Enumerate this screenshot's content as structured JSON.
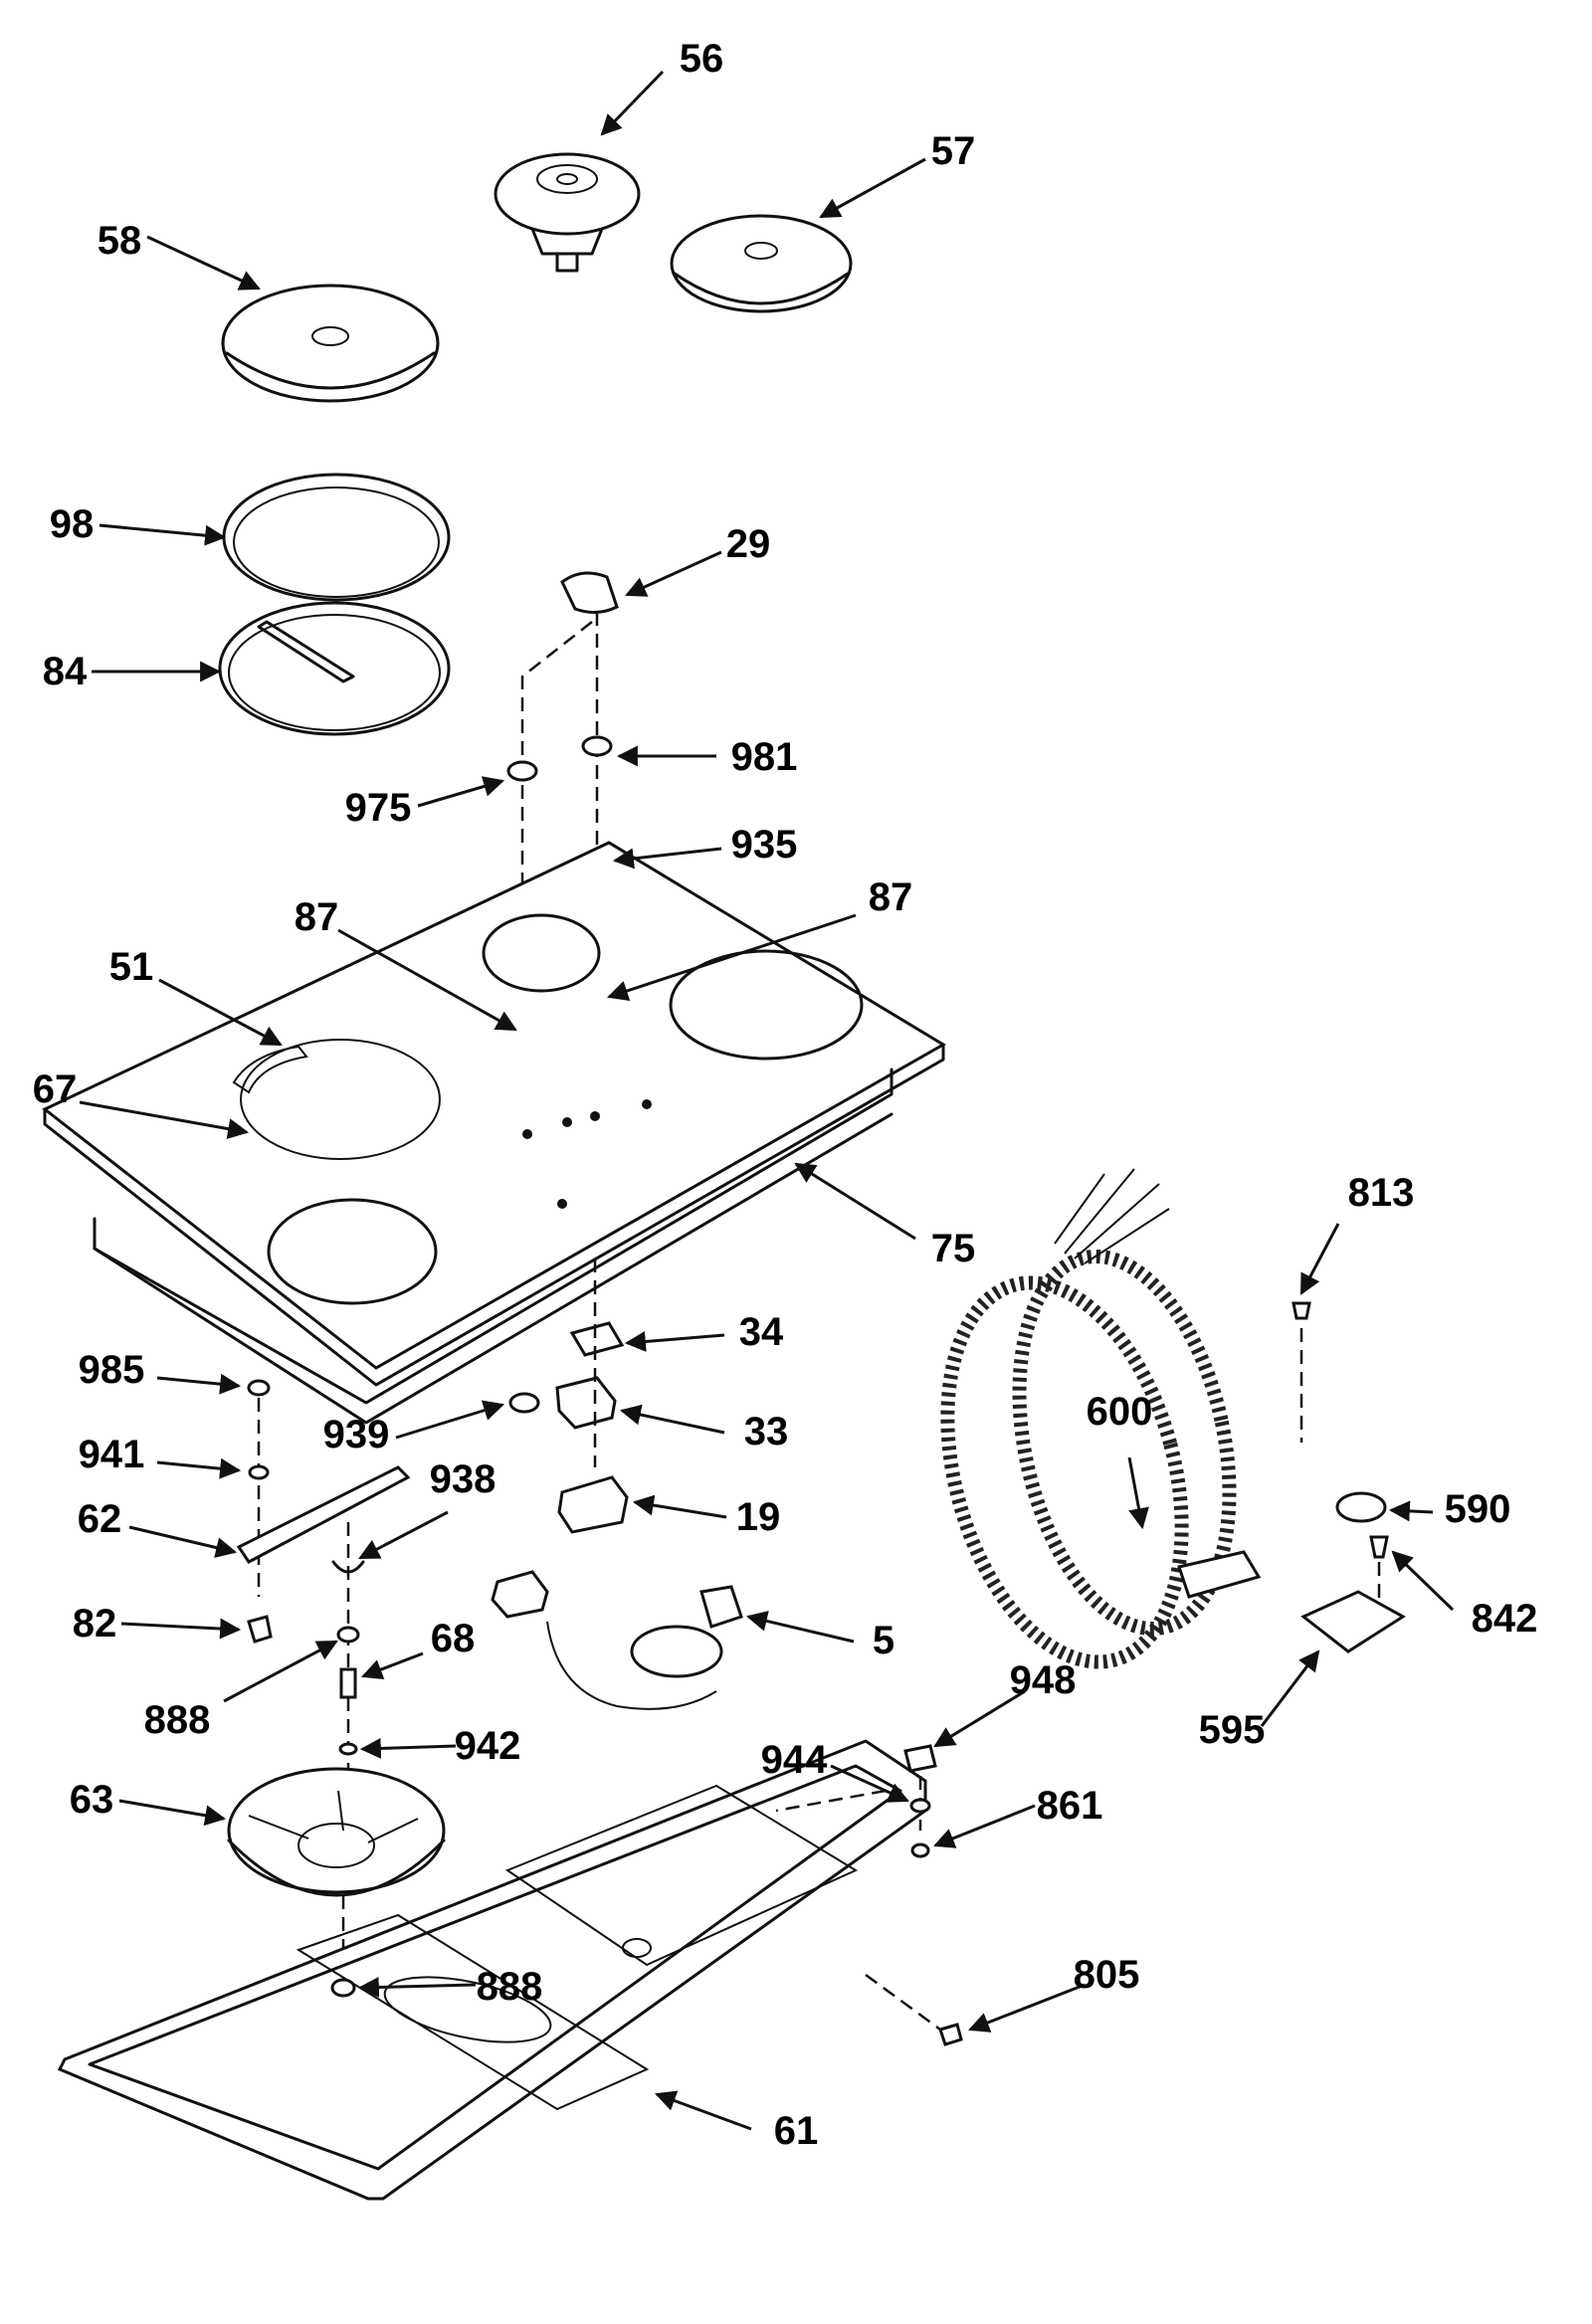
{
  "callouts": {
    "c56": "56",
    "c57": "57",
    "c58": "58",
    "c98": "98",
    "c84": "84",
    "c29": "29",
    "c981": "981",
    "c975": "975",
    "c935": "935",
    "c87a": "87",
    "c87b": "87",
    "c51": "51",
    "c67": "67",
    "c75": "75",
    "c813": "813",
    "c34": "34",
    "c985": "985",
    "c939": "939",
    "c33": "33",
    "c600": "600",
    "c941": "941",
    "c938": "938",
    "c62": "62",
    "c19": "19",
    "c590": "590",
    "c82": "82",
    "c68": "68",
    "c5": "5",
    "c842": "842",
    "c888a": "888",
    "c942": "942",
    "c948": "948",
    "c944": "944",
    "c595": "595",
    "c63": "63",
    "c861": "861",
    "c805": "805",
    "c888b": "888",
    "c61": "61"
  }
}
